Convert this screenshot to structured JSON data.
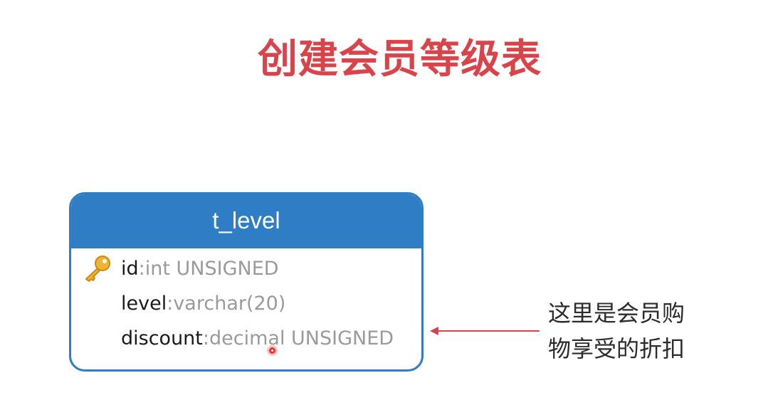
{
  "slide": {
    "title": "创建会员等级表"
  },
  "table": {
    "name": "t_level",
    "columns": [
      {
        "name": "id",
        "sep": ": ",
        "type": "int UNSIGNED",
        "primary_key": true
      },
      {
        "name": "level",
        "sep": ": ",
        "type": "varchar(20)",
        "primary_key": false
      },
      {
        "name": "discount",
        "sep": ": ",
        "type": "decimal UNSIGNED",
        "primary_key": false
      }
    ]
  },
  "annotation": {
    "line1": "这里是会员购",
    "line2": "物享受的折扣",
    "arrow_color": "#d9434a"
  },
  "colors": {
    "title": "#d9434a",
    "table_header": "#2f7dc4",
    "key_icon": "#f2b233"
  }
}
